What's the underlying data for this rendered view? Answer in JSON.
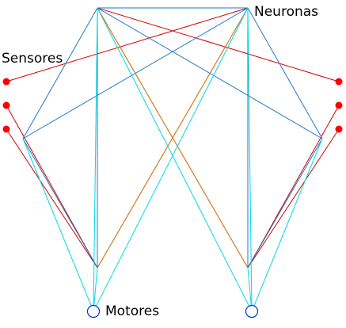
{
  "labels": {
    "neuronas": "Neuronas",
    "sensores": "Sensores",
    "motores": "Motores"
  },
  "colors": {
    "blue": "#1f78c8",
    "red": "#d40000",
    "orange": "#f07800",
    "cyan": "#00d8e8",
    "sensor": "#ff0000",
    "motor_stroke": "#0033cc"
  },
  "network": {
    "nodes": [
      {
        "id": "S1",
        "kind": "sensor"
      },
      {
        "id": "S2",
        "kind": "sensor"
      },
      {
        "id": "S3",
        "kind": "sensor"
      },
      {
        "id": "S4",
        "kind": "sensor"
      },
      {
        "id": "S5",
        "kind": "sensor"
      },
      {
        "id": "S6",
        "kind": "sensor"
      },
      {
        "id": "N1",
        "kind": "neuron"
      },
      {
        "id": "N2",
        "kind": "neuron"
      },
      {
        "id": "N3",
        "kind": "neuron"
      },
      {
        "id": "N4",
        "kind": "neuron"
      },
      {
        "id": "N5",
        "kind": "neuron"
      },
      {
        "id": "N6",
        "kind": "neuron"
      },
      {
        "id": "M1",
        "kind": "motor"
      },
      {
        "id": "M2",
        "kind": "motor"
      }
    ],
    "edges": [
      {
        "from": "S1",
        "to": "N2",
        "color": "red"
      },
      {
        "from": "S2",
        "to": "N5",
        "color": "red"
      },
      {
        "from": "S3",
        "to": "N5",
        "color": "red"
      },
      {
        "from": "S4",
        "to": "N1",
        "color": "red"
      },
      {
        "from": "S5",
        "to": "N6",
        "color": "red"
      },
      {
        "from": "S6",
        "to": "N6",
        "color": "red"
      },
      {
        "from": "N1",
        "to": "N2",
        "color": "blue"
      },
      {
        "from": "N1",
        "to": "N3",
        "color": "blue"
      },
      {
        "from": "N1",
        "to": "N4",
        "color": "blue"
      },
      {
        "from": "N1",
        "to": "N5",
        "color": "blue"
      },
      {
        "from": "N1",
        "to": "N6",
        "color": "blue"
      },
      {
        "from": "N2",
        "to": "N3",
        "color": "blue"
      },
      {
        "from": "N2",
        "to": "N4",
        "color": "blue"
      },
      {
        "from": "N2",
        "to": "N5",
        "color": "blue"
      },
      {
        "from": "N2",
        "to": "N6",
        "color": "blue"
      },
      {
        "from": "N4",
        "to": "N6",
        "color": "blue"
      },
      {
        "from": "N3",
        "to": "N5",
        "color": "blue"
      },
      {
        "from": "N1",
        "to": "N6",
        "color": "orange"
      },
      {
        "from": "N2",
        "to": "N5",
        "color": "orange"
      },
      {
        "from": "N1",
        "to": "M1",
        "color": "cyan"
      },
      {
        "from": "N1",
        "to": "M2",
        "color": "cyan"
      },
      {
        "from": "N2",
        "to": "M1",
        "color": "cyan"
      },
      {
        "from": "N2",
        "to": "M2",
        "color": "cyan"
      },
      {
        "from": "N3",
        "to": "M1",
        "color": "cyan"
      },
      {
        "from": "N4",
        "to": "M2",
        "color": "cyan"
      },
      {
        "from": "N5",
        "to": "M1",
        "color": "cyan"
      },
      {
        "from": "N6",
        "to": "M2",
        "color": "cyan"
      }
    ]
  }
}
